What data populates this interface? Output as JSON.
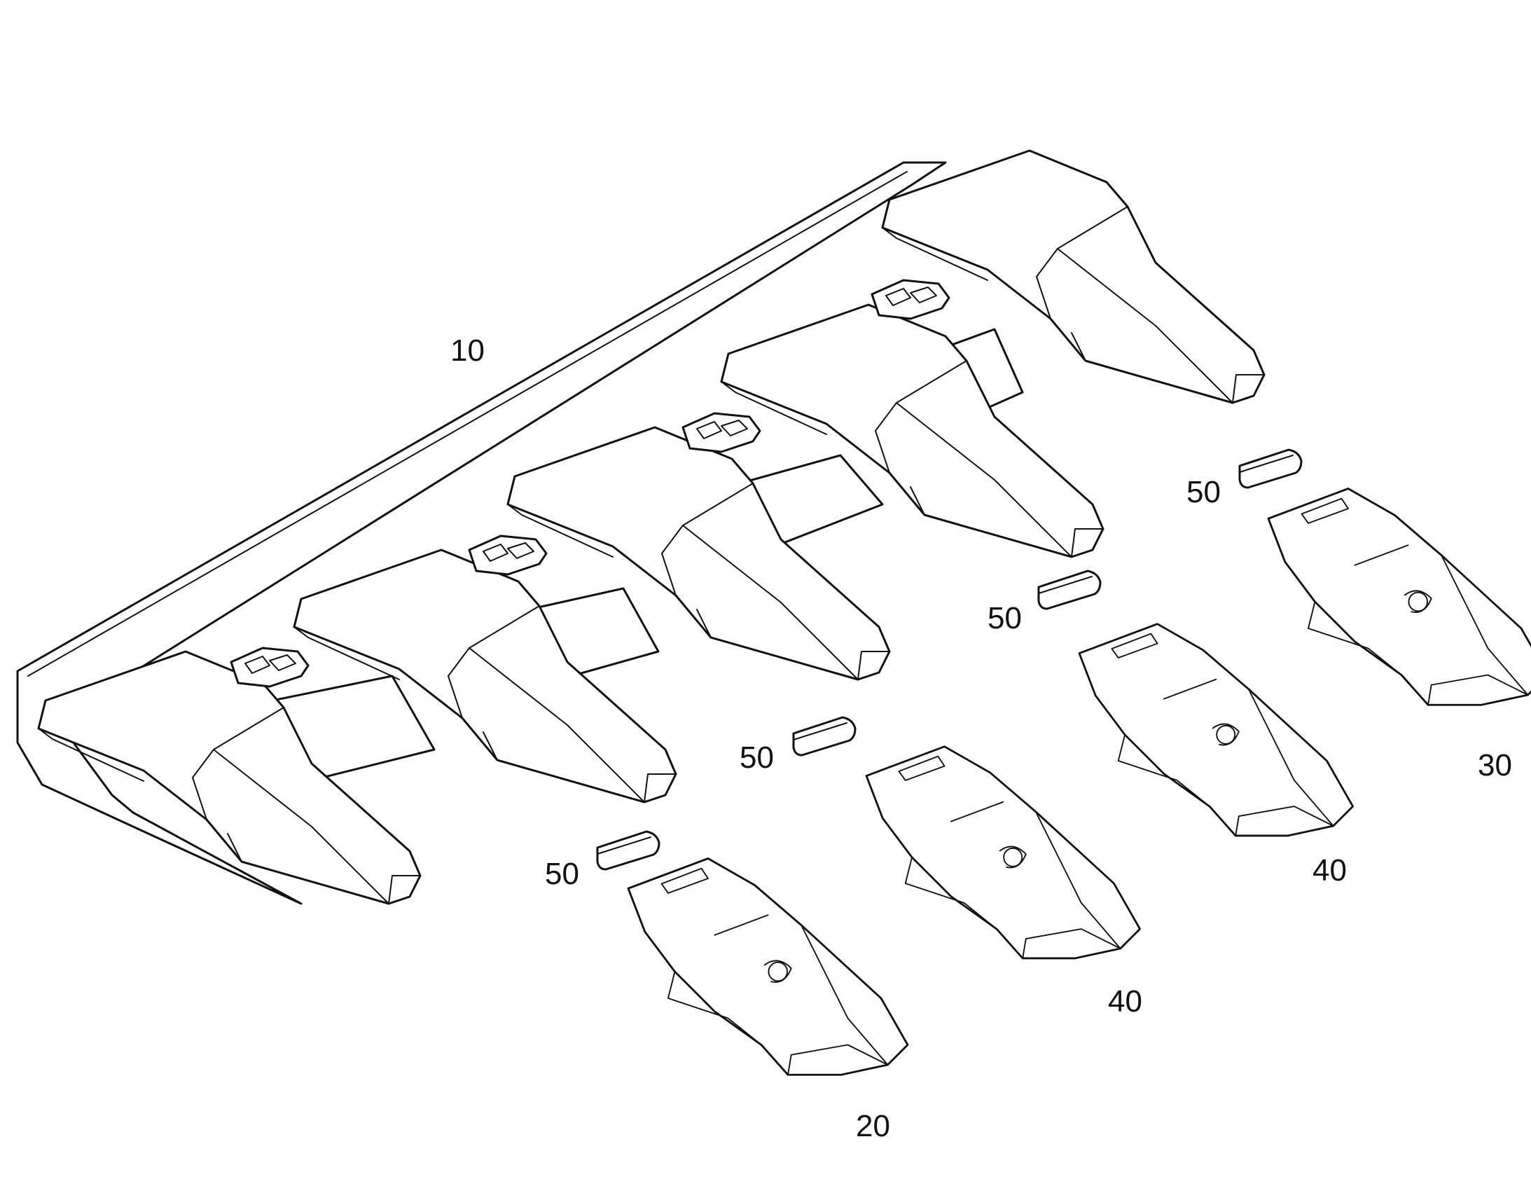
{
  "labels": {
    "base": "10",
    "corner_tooth": "20",
    "end_tooth": "30",
    "middle_tooth_a": "40",
    "middle_tooth_b": "40",
    "pin_a": "50",
    "pin_b": "50",
    "pin_c": "50",
    "pin_d": "50"
  },
  "colors": {
    "line": "#111111",
    "background": "#ffffff"
  }
}
